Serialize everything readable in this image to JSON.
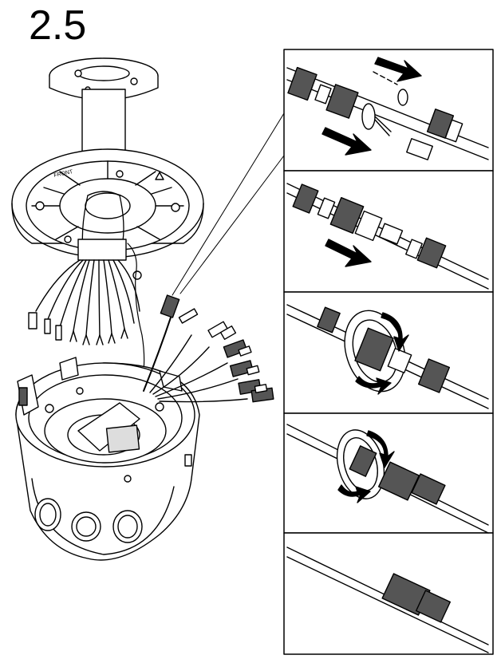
{
  "step": {
    "number": "2.5"
  },
  "camera": {
    "label_front": "FRONT"
  },
  "panels": [
    {
      "id": "panel-1",
      "arrows": 2
    },
    {
      "id": "panel-2",
      "arrows": 1
    },
    {
      "id": "panel-3",
      "rotation": "clockwise"
    },
    {
      "id": "panel-4",
      "rotation": "clockwise"
    },
    {
      "id": "panel-5"
    }
  ],
  "colors": {
    "line": "#000000",
    "fill": "#ffffff",
    "gray": "#555555",
    "light_gray": "#dddddd"
  }
}
